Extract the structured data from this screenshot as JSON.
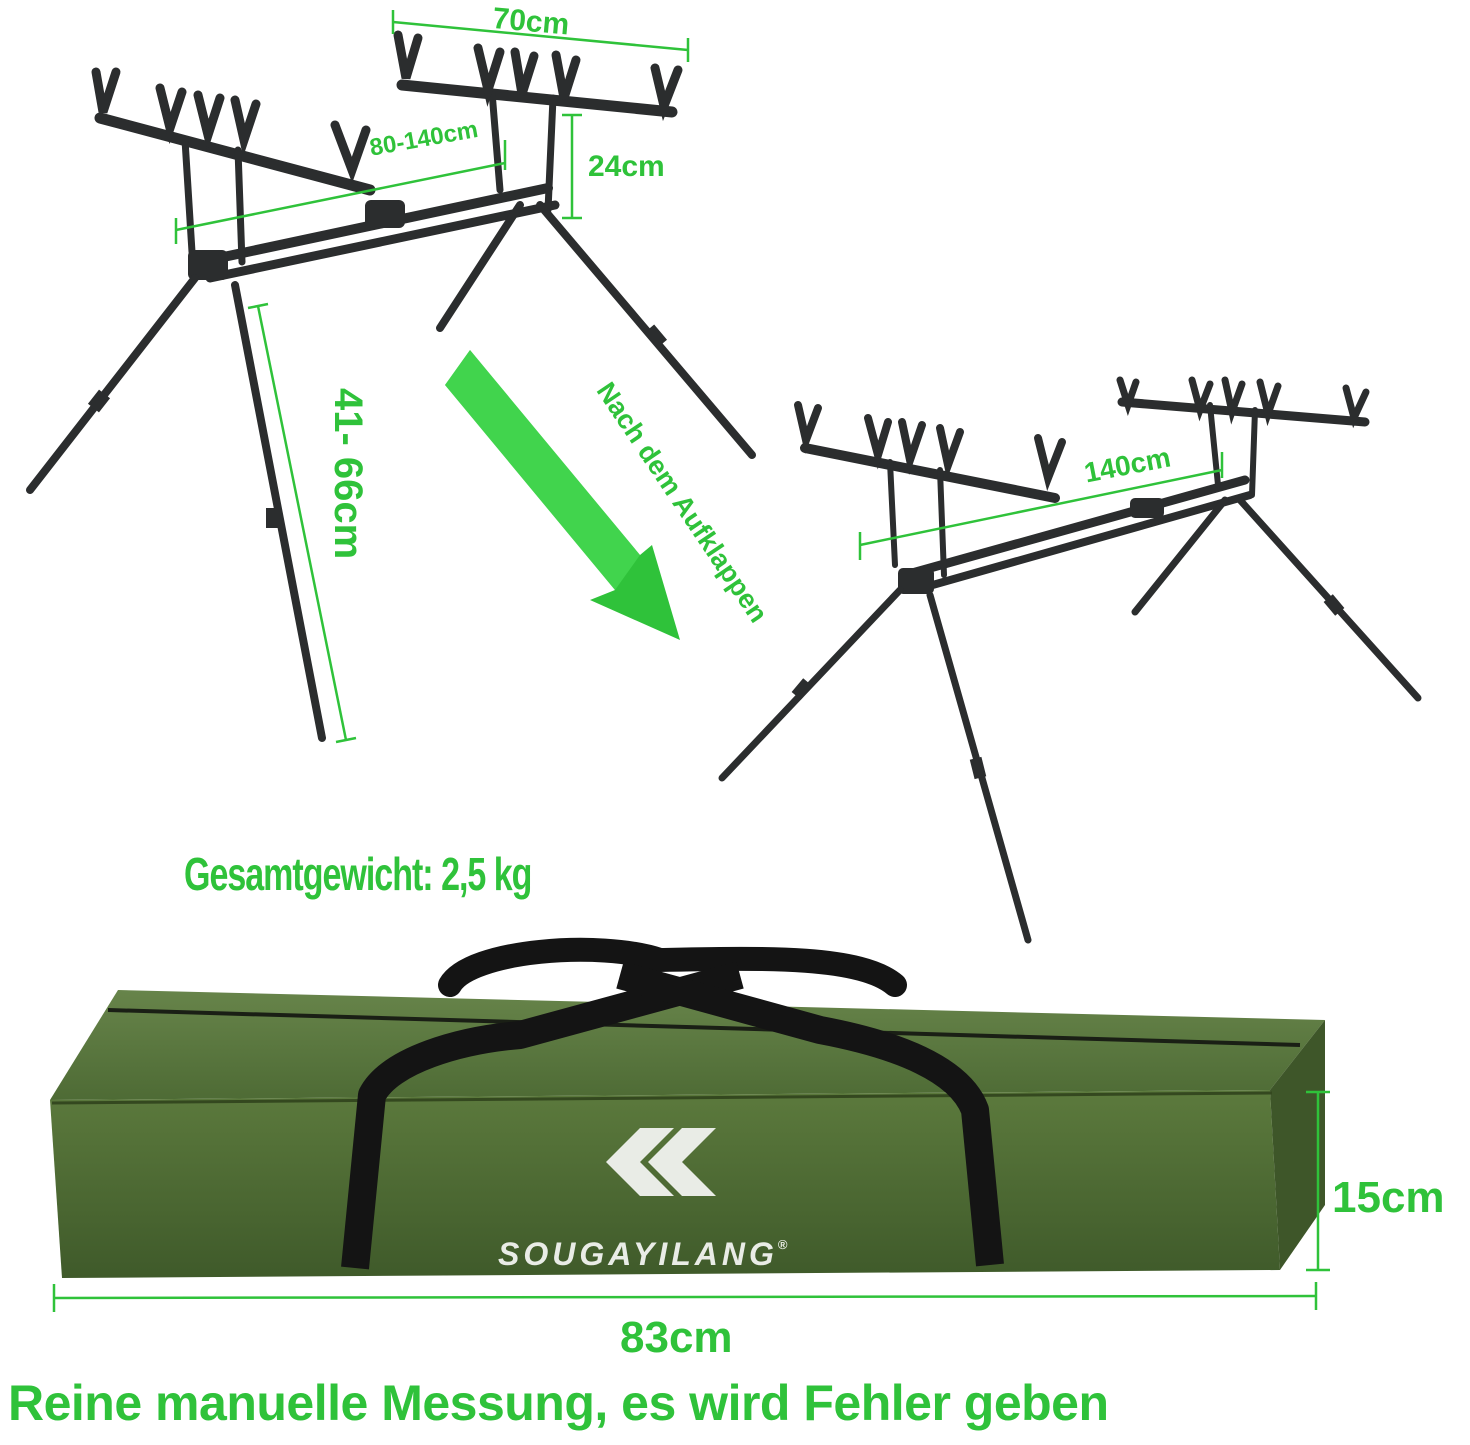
{
  "labels": {
    "top_width": "70cm",
    "bar_width_range": "80-140cm",
    "height_small": "24cm",
    "leg_length": "41- 66cm",
    "unfold_note": "Nach dem Aufklappen",
    "unfolded_width": "140cm",
    "total_weight": "Gesamtgewicht: 2,5 kg",
    "bag_height": "15cm",
    "bag_length": "83cm",
    "disclaimer": "Reine manuelle Messung, es wird Fehler geben"
  },
  "brand": {
    "name": "SOUGAYILANG",
    "registered": "®"
  },
  "colors": {
    "accent_green": "#2fc23a",
    "bag_green": "#4f6b34",
    "frame_dark": "#2b2d2e",
    "strap_black": "#141414",
    "logo_light": "#e9ece6"
  }
}
